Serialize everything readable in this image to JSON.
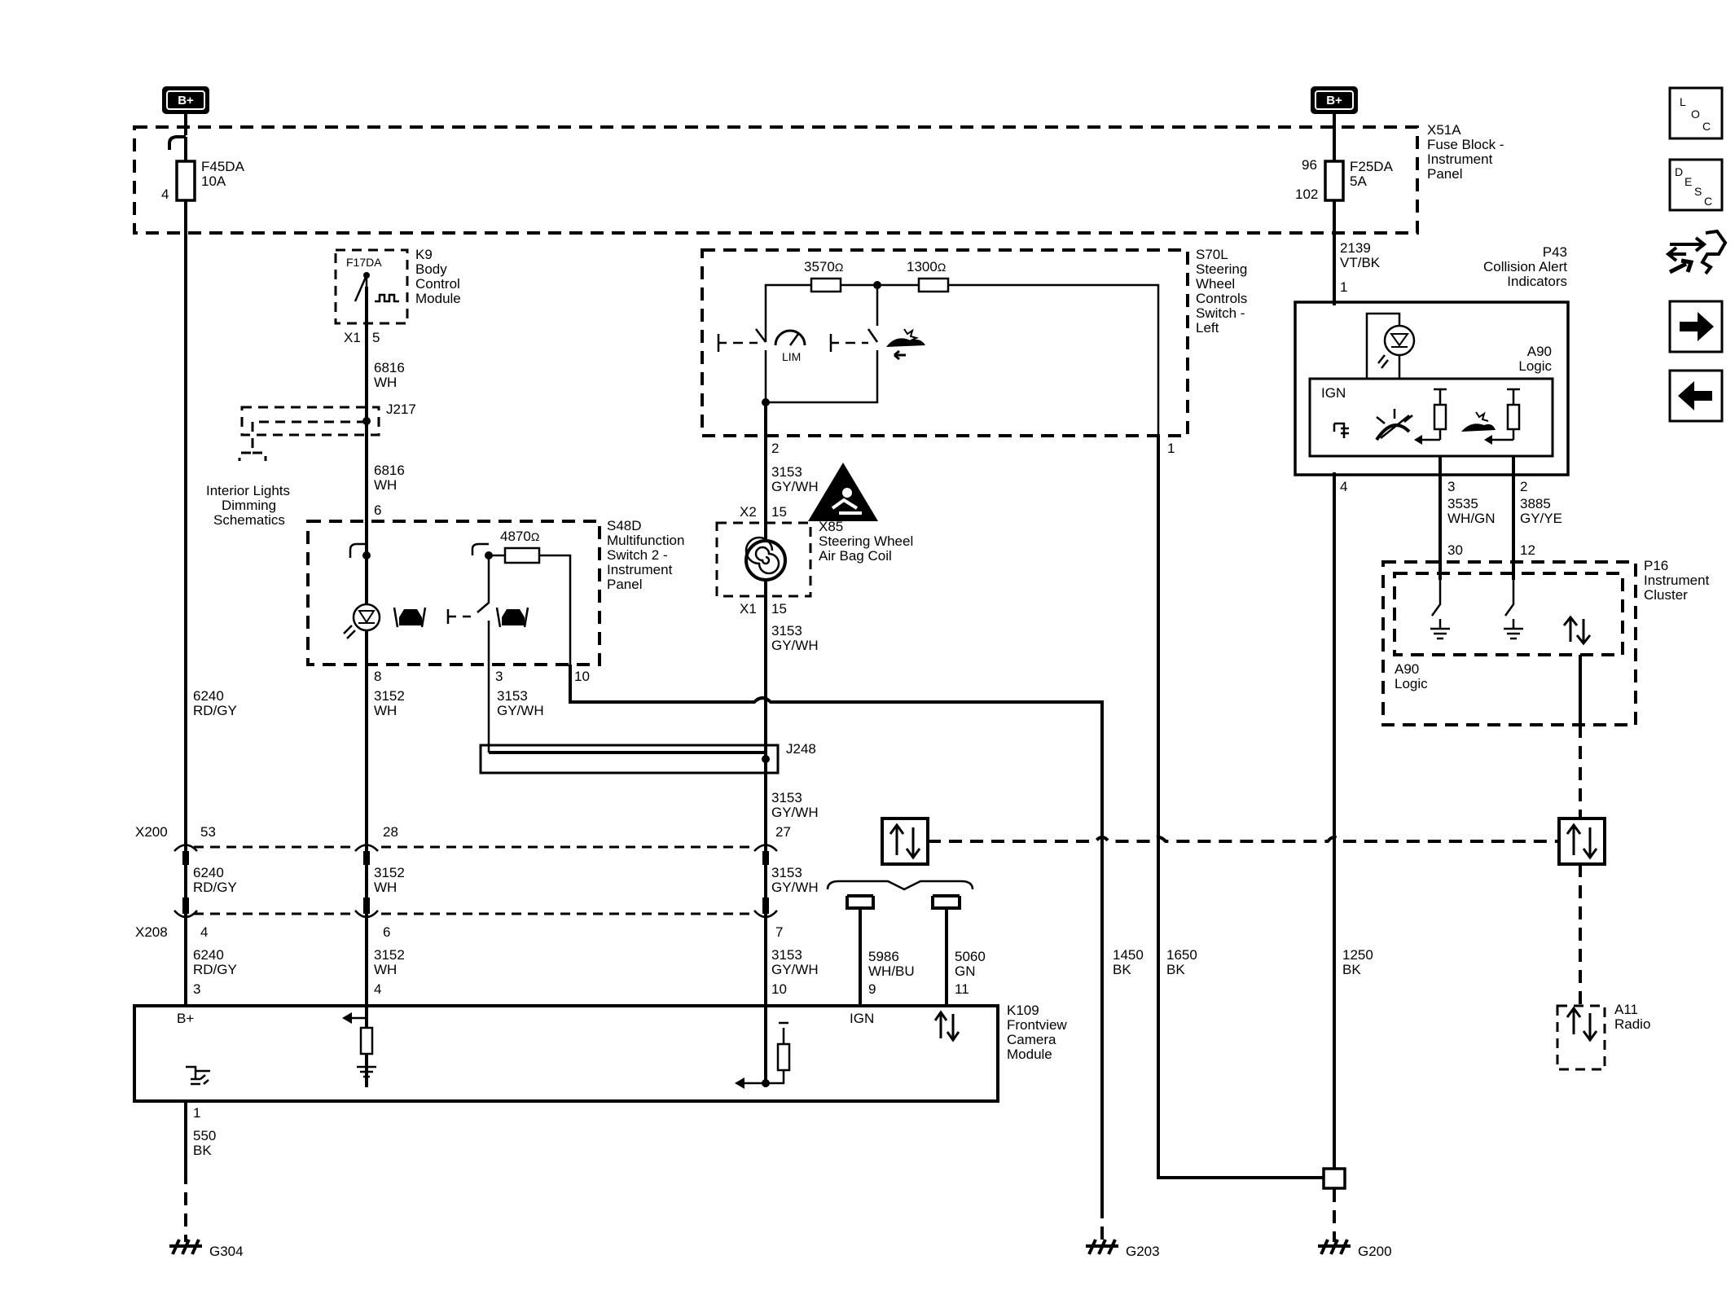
{
  "power": {
    "bplus_left": "B+",
    "bplus_right": "B+"
  },
  "fuse_block": {
    "id": "X51A",
    "name": [
      "Fuse Block -",
      "Instrument",
      "Panel"
    ],
    "fuse_left": {
      "id": "F45DA",
      "rating": "10A",
      "pin": "4"
    },
    "fuse_right": {
      "id": "F25DA",
      "rating": "5A",
      "pin_top": "96",
      "pin_bottom": "102"
    }
  },
  "bcm": {
    "id": "K9",
    "name": [
      "Body",
      "Control",
      "Module"
    ],
    "fuse": "F17DA",
    "connector": "X1",
    "pin": "5"
  },
  "wires": {
    "w6816a": [
      "6816",
      "WH"
    ],
    "w6816b": [
      "6816",
      "WH"
    ],
    "w6240a": [
      "6240",
      "RD/GY"
    ],
    "w6240b": [
      "6240",
      "RD/GY"
    ],
    "w6240c": [
      "6240",
      "RD/GY"
    ],
    "w3152a": [
      "3152",
      "WH"
    ],
    "w3152b": [
      "3152",
      "WH"
    ],
    "w3152c": [
      "3152",
      "WH"
    ],
    "w3153a": [
      "3153",
      "GY/WH"
    ],
    "w3153b": [
      "3153",
      "GY/WH"
    ],
    "w3153c": [
      "3153",
      "GY/WH"
    ],
    "w3153d": [
      "3153",
      "GY/WH"
    ],
    "w3153e": [
      "3153",
      "GY/WH"
    ],
    "w3153f": [
      "3153",
      "GY/WH"
    ],
    "w2139": [
      "2139",
      "VT/BK"
    ],
    "w3535": [
      "3535",
      "WH/GN"
    ],
    "w3885": [
      "3885",
      "GY/YE"
    ],
    "w5986": [
      "5986",
      "WH/BU"
    ],
    "w5060": [
      "5060",
      "GN"
    ],
    "w1450": [
      "1450",
      "BK"
    ],
    "w1650": [
      "1650",
      "BK"
    ],
    "w1250": [
      "1250",
      "BK"
    ],
    "w550": [
      "550",
      "BK"
    ]
  },
  "splices": {
    "j217": "J217",
    "j248": "J248"
  },
  "interior_lights": [
    "Interior Lights",
    "Dimming",
    "Schematics"
  ],
  "s48d": {
    "id": "S48D",
    "name": [
      "Multifunction",
      "Switch 2 -",
      "Instrument",
      "Panel"
    ],
    "resistor": "4870",
    "pins": {
      "p6": "6",
      "p8": "8",
      "p3": "3",
      "p10": "10"
    }
  },
  "s70l": {
    "id": "S70L",
    "name": [
      "Steering",
      "Wheel",
      "Controls",
      "Switch -",
      "Left"
    ],
    "r1": "3570",
    "r2": "1300",
    "lim": "LIM",
    "pins": {
      "p2": "2",
      "p1": "1"
    }
  },
  "x85": {
    "id": "X85",
    "name": [
      "Steering Wheel",
      "Air Bag Coil"
    ],
    "x2": "X2",
    "x2_pin": "15",
    "x1": "X1",
    "x1_pin": "15"
  },
  "ohm": "Ω",
  "p43": {
    "id": "P43",
    "name": [
      "Collision Alert",
      "Indicators"
    ],
    "logic": [
      "A90",
      "Logic"
    ],
    "ign": "IGN",
    "pins": {
      "p1": "1",
      "p4": "4",
      "p3": "3",
      "p2": "2"
    }
  },
  "p16": {
    "id": "P16",
    "name": [
      "Instrument",
      "Cluster"
    ],
    "logic": [
      "A90",
      "Logic"
    ],
    "pins": {
      "p30": "30",
      "p12": "12"
    }
  },
  "x200": {
    "id": "X200",
    "pins": [
      "53",
      "28",
      "27"
    ]
  },
  "x208": {
    "id": "X208",
    "pins": [
      "4",
      "6",
      "7"
    ]
  },
  "k109": {
    "id": "K109",
    "name": [
      "Frontview",
      "Camera",
      "Module"
    ],
    "bplus": "B+",
    "ign": "IGN",
    "pins": {
      "p3": "3",
      "p4": "4",
      "p10": "10",
      "p9": "9",
      "p11": "11",
      "p1": "1"
    }
  },
  "a11": {
    "id": "A11",
    "name": "Radio"
  },
  "grounds": {
    "g304": "G304",
    "g203": "G203",
    "g200": "G200"
  },
  "nav": {
    "loc": [
      "L",
      "O",
      "C"
    ],
    "desc": [
      "D",
      "E",
      "S",
      "C"
    ]
  }
}
